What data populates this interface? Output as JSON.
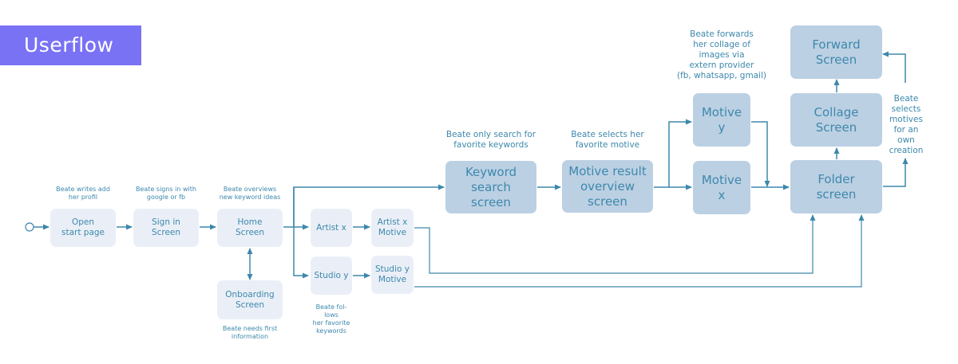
{
  "title": "Userflow",
  "colors": {
    "banner": "#7a72f5",
    "line": "#3d88ac",
    "node_light": "#eaeff7",
    "node_dark": "#bcd0e3",
    "text": "#3d88ac"
  },
  "nodes": {
    "open_start_page": "Open\nstart page",
    "sign_in_screen": "Sign in\nScreen",
    "home_screen": "Home\nScreen",
    "onboarding_screen": "Onboarding\nScreen",
    "artist_x": "Artist x",
    "artist_x_motive": "Artist x\nMotive",
    "studio_y": "Studio y",
    "studio_y_motive": "Studio y\nMotive",
    "keyword_search_screen": "Keyword\nsearch\nscreen",
    "motive_result_overview_screen": "Motive result\noverview\nscreen",
    "motive_y": "Motive\ny",
    "motive_x": "Motive\nx",
    "folder_screen": "Folder\nscreen",
    "collage_screen": "Collage\nScreen",
    "forward_screen": "Forward\nScreen"
  },
  "notes": {
    "open_start_page": "Beate writes add\nher profil",
    "sign_in_screen": "Beate signs in with\ngoogle or fb",
    "home_screen": "Beate overviews\nnew keyword ideas",
    "onboarding_screen": "Beate needs first\ninformation",
    "studio_y": "Beate fol-\nlows\nher favorite\nkeywords",
    "keyword_search_screen": "Beate only search for\nfavorite keywords",
    "motive_result_overview_screen": "Beate selects her\nfavorite motive",
    "motive_y": "Beate forwards\nher collage of\nimages via\nextern provider\n(fb, whatsapp, gmail)",
    "folder_screen": "Beate\nselects\nmotives\nfor an own\ncreation"
  },
  "edges": [
    {
      "from": "start",
      "to": "open_start_page"
    },
    {
      "from": "open_start_page",
      "to": "sign_in_screen"
    },
    {
      "from": "sign_in_screen",
      "to": "home_screen"
    },
    {
      "from": "home_screen",
      "to": "onboarding_screen",
      "bidirectional": true
    },
    {
      "from": "home_screen",
      "to": "artist_x"
    },
    {
      "from": "home_screen",
      "to": "studio_y"
    },
    {
      "from": "home_screen",
      "to": "keyword_search_screen"
    },
    {
      "from": "artist_x",
      "to": "artist_x_motive"
    },
    {
      "from": "studio_y",
      "to": "studio_y_motive"
    },
    {
      "from": "keyword_search_screen",
      "to": "motive_result_overview_screen"
    },
    {
      "from": "motive_result_overview_screen",
      "to": "motive_y"
    },
    {
      "from": "motive_result_overview_screen",
      "to": "motive_x"
    },
    {
      "from": "motive_y",
      "to": "folder_screen"
    },
    {
      "from": "motive_x",
      "to": "folder_screen"
    },
    {
      "from": "artist_x_motive",
      "to": "folder_screen"
    },
    {
      "from": "studio_y_motive",
      "to": "folder_screen"
    },
    {
      "from": "folder_screen",
      "to": "collage_screen"
    },
    {
      "from": "collage_screen",
      "to": "forward_screen"
    },
    {
      "from": "folder_screen",
      "to": "forward_screen"
    }
  ]
}
